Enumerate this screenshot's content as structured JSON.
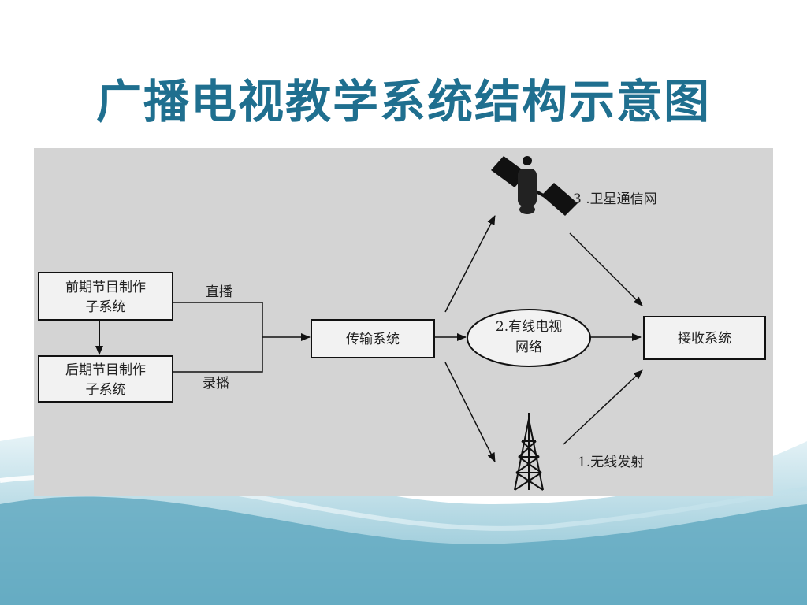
{
  "slide": {
    "title": "广播电视教学系统结构示意图"
  },
  "diagram": {
    "pre_production": [
      "前期节目制作",
      "子系统"
    ],
    "post_production": [
      "后期节目制作",
      "子系统"
    ],
    "live_label": "直播",
    "recorded_label": "录播",
    "transmission": "传输系统",
    "cable_network": [
      "2.有线电视",
      "网络"
    ],
    "satellite_label": "3 .卫星通信网",
    "wireless_label": "1.无线发射",
    "receiver": "接收系统"
  },
  "colors": {
    "title": "#1f6f8f",
    "diagram_bg": "#d4d4d4",
    "wave_light": "#cfe6ee",
    "wave_dark": "#6fb2c8"
  }
}
